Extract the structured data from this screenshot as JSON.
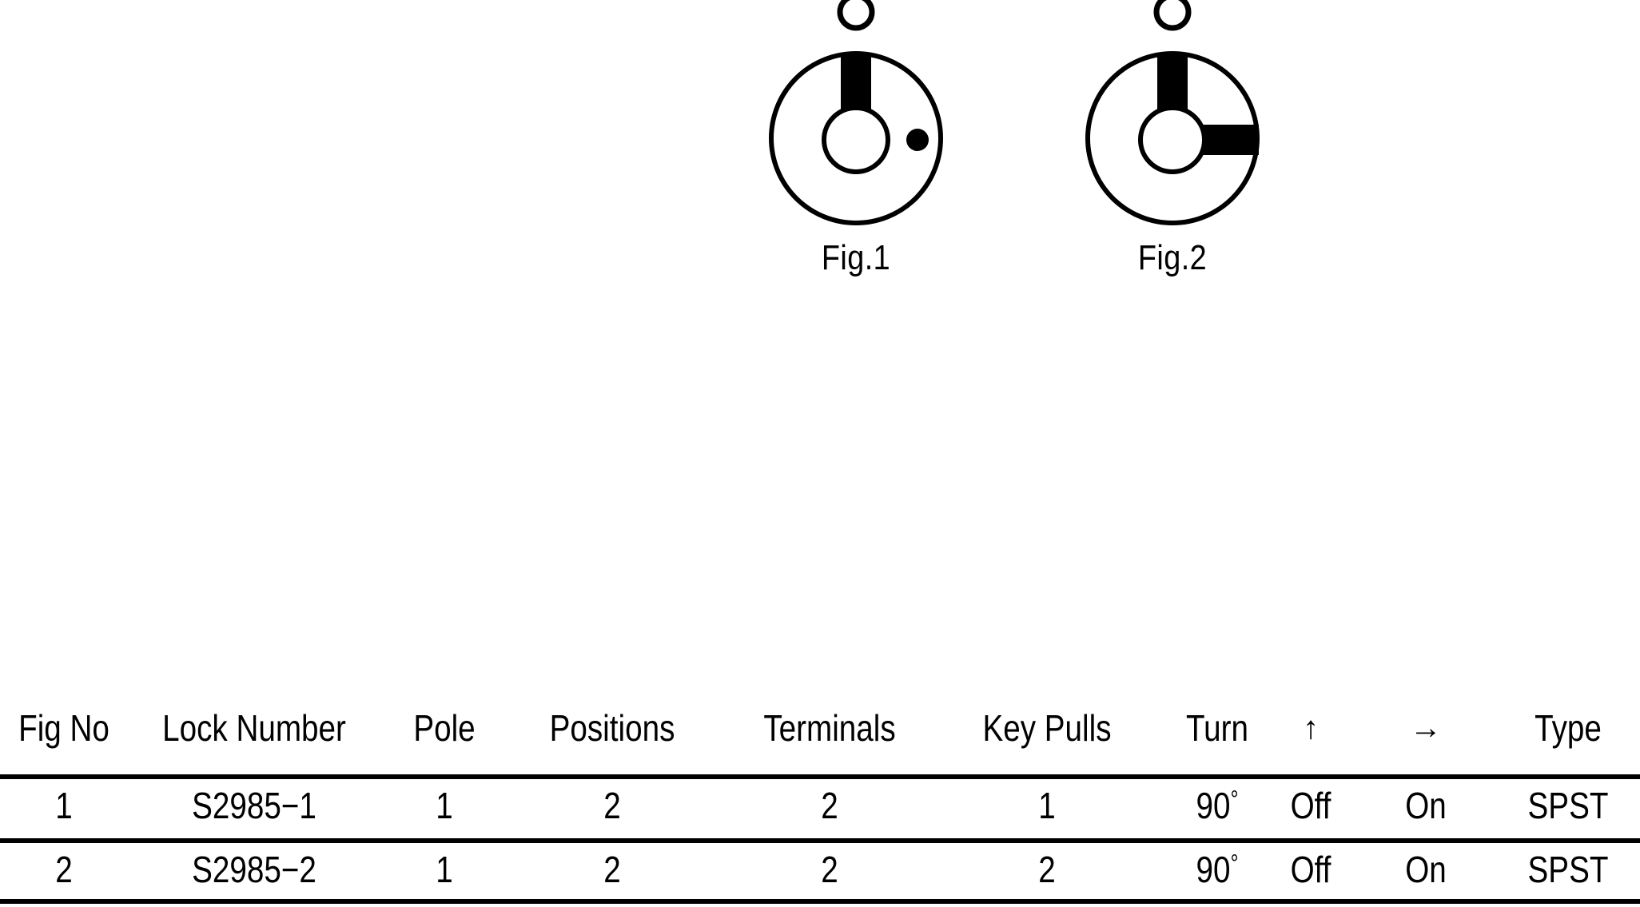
{
  "figures": [
    {
      "id": "fig-1",
      "caption": "Fig.1",
      "description": "single-bar key lock face with indicator dot"
    },
    {
      "id": "fig-2",
      "caption": "Fig.2",
      "description": "two-bar key lock face, up and right"
    }
  ],
  "table": {
    "headers": [
      "Fig  No",
      "Lock  Number",
      "Pole",
      "Positions",
      "Terminals",
      "Key  Pulls",
      "Turn",
      "↑",
      "→",
      "Type"
    ],
    "header_icons": {
      "up": "up-arrow-icon",
      "right": "right-arrow-icon"
    },
    "rows": [
      {
        "fig_no": "1",
        "lock_number": "S2985−1",
        "pole": "1",
        "positions": "2",
        "terminals": "2",
        "key_pulls": "1",
        "turn": "90",
        "turn_unit": "°",
        "up_state": "Off",
        "right_state": "On",
        "type": "SPST"
      },
      {
        "fig_no": "2",
        "lock_number": "S2985−2",
        "pole": "1",
        "positions": "2",
        "terminals": "2",
        "key_pulls": "2",
        "turn": "90",
        "turn_unit": "°",
        "up_state": "Off",
        "right_state": "On",
        "type": "SPST"
      }
    ]
  },
  "colors": {
    "ink": "#000000",
    "paper": "#ffffff"
  }
}
